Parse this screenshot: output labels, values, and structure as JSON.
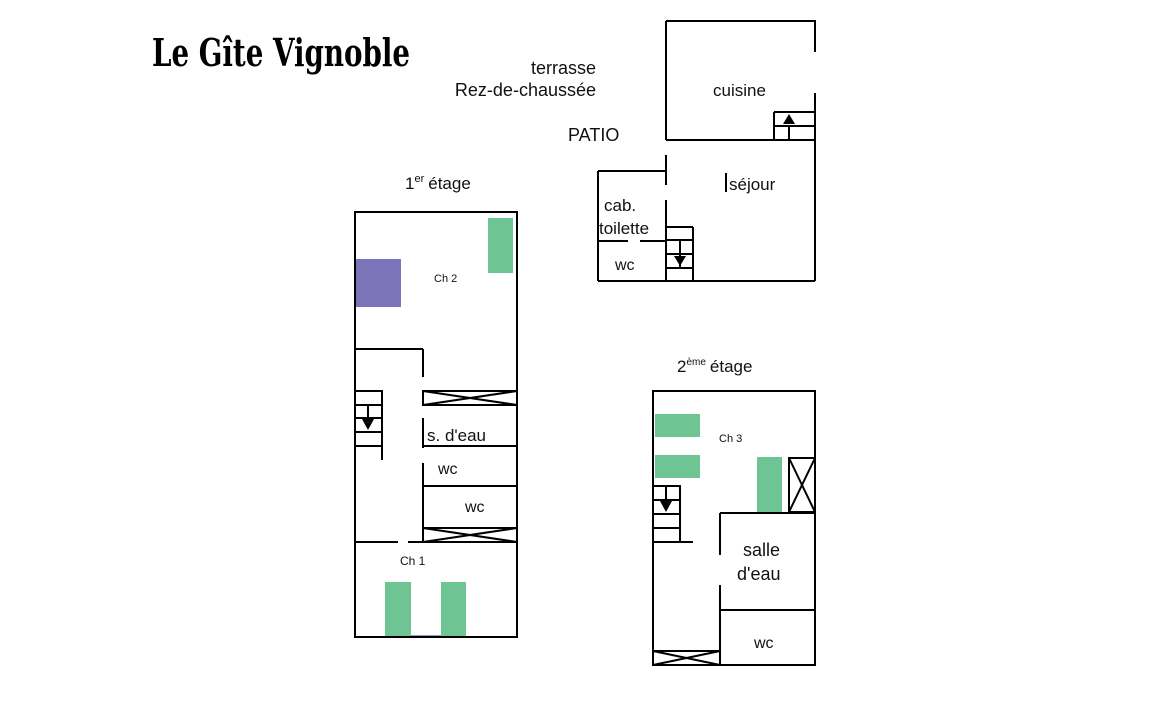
{
  "title": "Le Gîte Vignoble",
  "colors": {
    "bed": "#6fc494",
    "sofa": "#7b74b8",
    "wall": "#000000"
  },
  "ground_floor": {
    "label_terrace": "terrasse",
    "label_floor": "Rez-de-chaussée",
    "label_patio": "PATIO",
    "rooms": {
      "kitchen": "cuisine",
      "living": "séjour",
      "washroom_1": "cab.",
      "washroom_2": "toilette",
      "wc": "wc"
    }
  },
  "first_floor": {
    "label_num": "1",
    "label_sup": "er",
    "label_word": "étage",
    "rooms": {
      "bedroom2": "Ch 2",
      "shower": "s. d'eau",
      "wc1": "wc",
      "wc2": "wc",
      "bedroom1": "Ch 1"
    }
  },
  "second_floor": {
    "label_num": "2",
    "label_sup": "ème",
    "label_word": "étage",
    "rooms": {
      "bedroom3": "Ch 3",
      "shower_1": "salle",
      "shower_2": "d'eau",
      "wc": "wc"
    }
  }
}
